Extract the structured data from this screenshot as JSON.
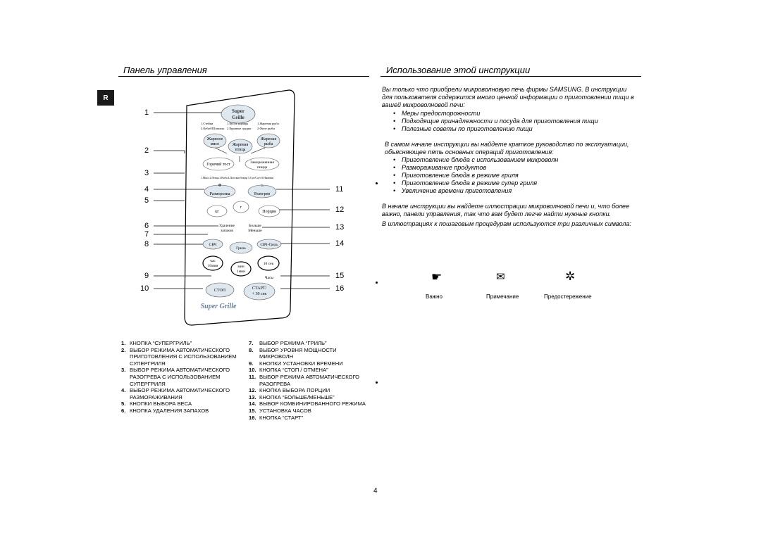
{
  "sidebar_tab": "R",
  "left": {
    "title": "Панель управления"
  },
  "right": {
    "title": "Использование этой инструкции",
    "intro": "Вы только что приобрели микроволновую печь фирмы SAMSUNG. В инструкции для пользователя содержится много ценной информации о приготовлении пищи в вашей микроволновой печи:",
    "intro_bullets": [
      "Меры предосторожности",
      "Подходящие принадлежности и посуда для приготовления пищи",
      "Полезные советы по приготовлению пищи"
    ],
    "guide": "В самом начале инструкции вы найдете краткое руководство по эксплуатации, объясняющее пять основных операций приготовления:",
    "guide_bullets": [
      "Приготовление блюда с использованием микроволн",
      "Размораживание продуктов",
      "Приготовление блюда в режиме гриля",
      "Приготовление блюда в режиме супер гриля",
      "Увеличение времени приготовления"
    ],
    "illustrations": "В начале инструкции вы найдете иллюстрации микроволновой печи и, что более важно, панели управления, так что вам будет легче найти нужные кнопки.",
    "symbols_intro": "В иллюстрациях к пошаговым процедурам используются три различных символа:",
    "symbols": [
      {
        "glyph": "☛",
        "label": "Важно",
        "icon": "pointing-hand-icon"
      },
      {
        "glyph": "✉",
        "label": "Примечание",
        "icon": "note-envelope-icon"
      },
      {
        "glyph": "✲",
        "label": "Предостережение",
        "icon": "caution-star-icon"
      }
    ]
  },
  "panel": {
    "logo_line1": "Super",
    "logo_line2": "Grille",
    "menu_left": [
      "1.Стейки",
      "2.Кебаб/Шашлык"
    ],
    "menu_mid": [
      "1.Кусок курицы",
      "2.Куриные грудки"
    ],
    "menu_right": [
      "1.Жареная рыба",
      "2.Филе рыбы"
    ],
    "btn_roast_meat": "Жареное мясо",
    "btn_roast_bird": "Жареная птица",
    "btn_roast_fish": "Жареная рыба",
    "btn_hot_toast": "Горячий тост",
    "btn_frozen_pizza": "Замороженная пицца",
    "auto_list": "1.Мясо 2.Птица 3.Рыба 4.Плоские блюда 5.Суп/Соус 6.Напитки",
    "btn_defrost": "Разморозка",
    "btn_reheat": "Разогрев",
    "btn_kg": "кг",
    "btn_g": "г",
    "btn_portion": "Порция",
    "btn_deodor": "Удаление запахов",
    "btn_more_less": "Больше Меньше",
    "btn_mw": "СВЧ",
    "btn_grill": "Гриль",
    "btn_combo": "СВЧ+Гриль",
    "btn_hour": "час 10мин",
    "btn_min": "мин 1мин",
    "btn_10sec": "10 сек",
    "label_clock": "Часы",
    "btn_stop": "СТОП",
    "btn_start": "СТАРТ/ +30 сек",
    "brand": "Super Grille"
  },
  "callouts_left": [
    "1",
    "2",
    "3",
    "4",
    "5",
    "6",
    "7",
    "8",
    "9",
    "10"
  ],
  "callouts_right": [
    "11",
    "12",
    "13",
    "14",
    "15",
    "16"
  ],
  "legend_col1": [
    {
      "num": "1.",
      "text": "КНОПКА “СУПЕРГРИЛЬ”"
    },
    {
      "num": "2.",
      "text": "ВЫБОР РЕЖИМА АВТОМАТИЧЕСКОГО ПРИГОТОВЛЕНИЯ С ИСПОЛЬЗОВАНИЕМ СУПЕРГРИЛЯ"
    },
    {
      "num": "3.",
      "text": "ВЫБОР РЕЖИМА АВТОМАТИЧЕСКОГО РАЗОГРЕВА С ИСПОЛЬЗОВАНИЕМ СУПЕРГРИЛЯ"
    },
    {
      "num": "4.",
      "text": "ВЫБОР РЕЖИМА АВТОМАТИЧЕСКОГО РАЗМОРАЖИВАНИЯ"
    },
    {
      "num": "5.",
      "text": "КНОПКИ ВЫБОРА ВЕСА"
    },
    {
      "num": "6.",
      "text": "КНОПКА УДАЛЕНИЯ ЗАПАХОВ"
    }
  ],
  "legend_col2": [
    {
      "num": "7.",
      "text": "ВЫБОР РЕЖИМА “ГРИЛЬ”"
    },
    {
      "num": "8.",
      "text": "ВЫБОР УРОВНЯ МОЩНОСТИ МИКРОВОЛН"
    },
    {
      "num": "9.",
      "text": "КНОПКИ УСТАНОВКИ ВРЕМЕНИ"
    },
    {
      "num": "10.",
      "text": "КНОПКА “СТОП / ОТМЕНА”"
    },
    {
      "num": "11.",
      "text": "ВЫБОР РЕЖИМА АВТОМАТИЧЕСКОГО РАЗОГРЕВА"
    },
    {
      "num": "12.",
      "text": "КНОПКА ВЫБОРА ПОРЦИИ"
    },
    {
      "num": "13.",
      "text": "КНОПКА “БОЛЬШЕ/МЕНЬШЕ”"
    },
    {
      "num": "14.",
      "text": "ВЫБОР КОМБИНИРОВАННОГО РЕЖИМА"
    },
    {
      "num": "15.",
      "text": "УСТАНОВКА ЧАСОВ"
    },
    {
      "num": "16.",
      "text": "КНОПКА “СТАРТ”"
    }
  ],
  "page_number": "4"
}
